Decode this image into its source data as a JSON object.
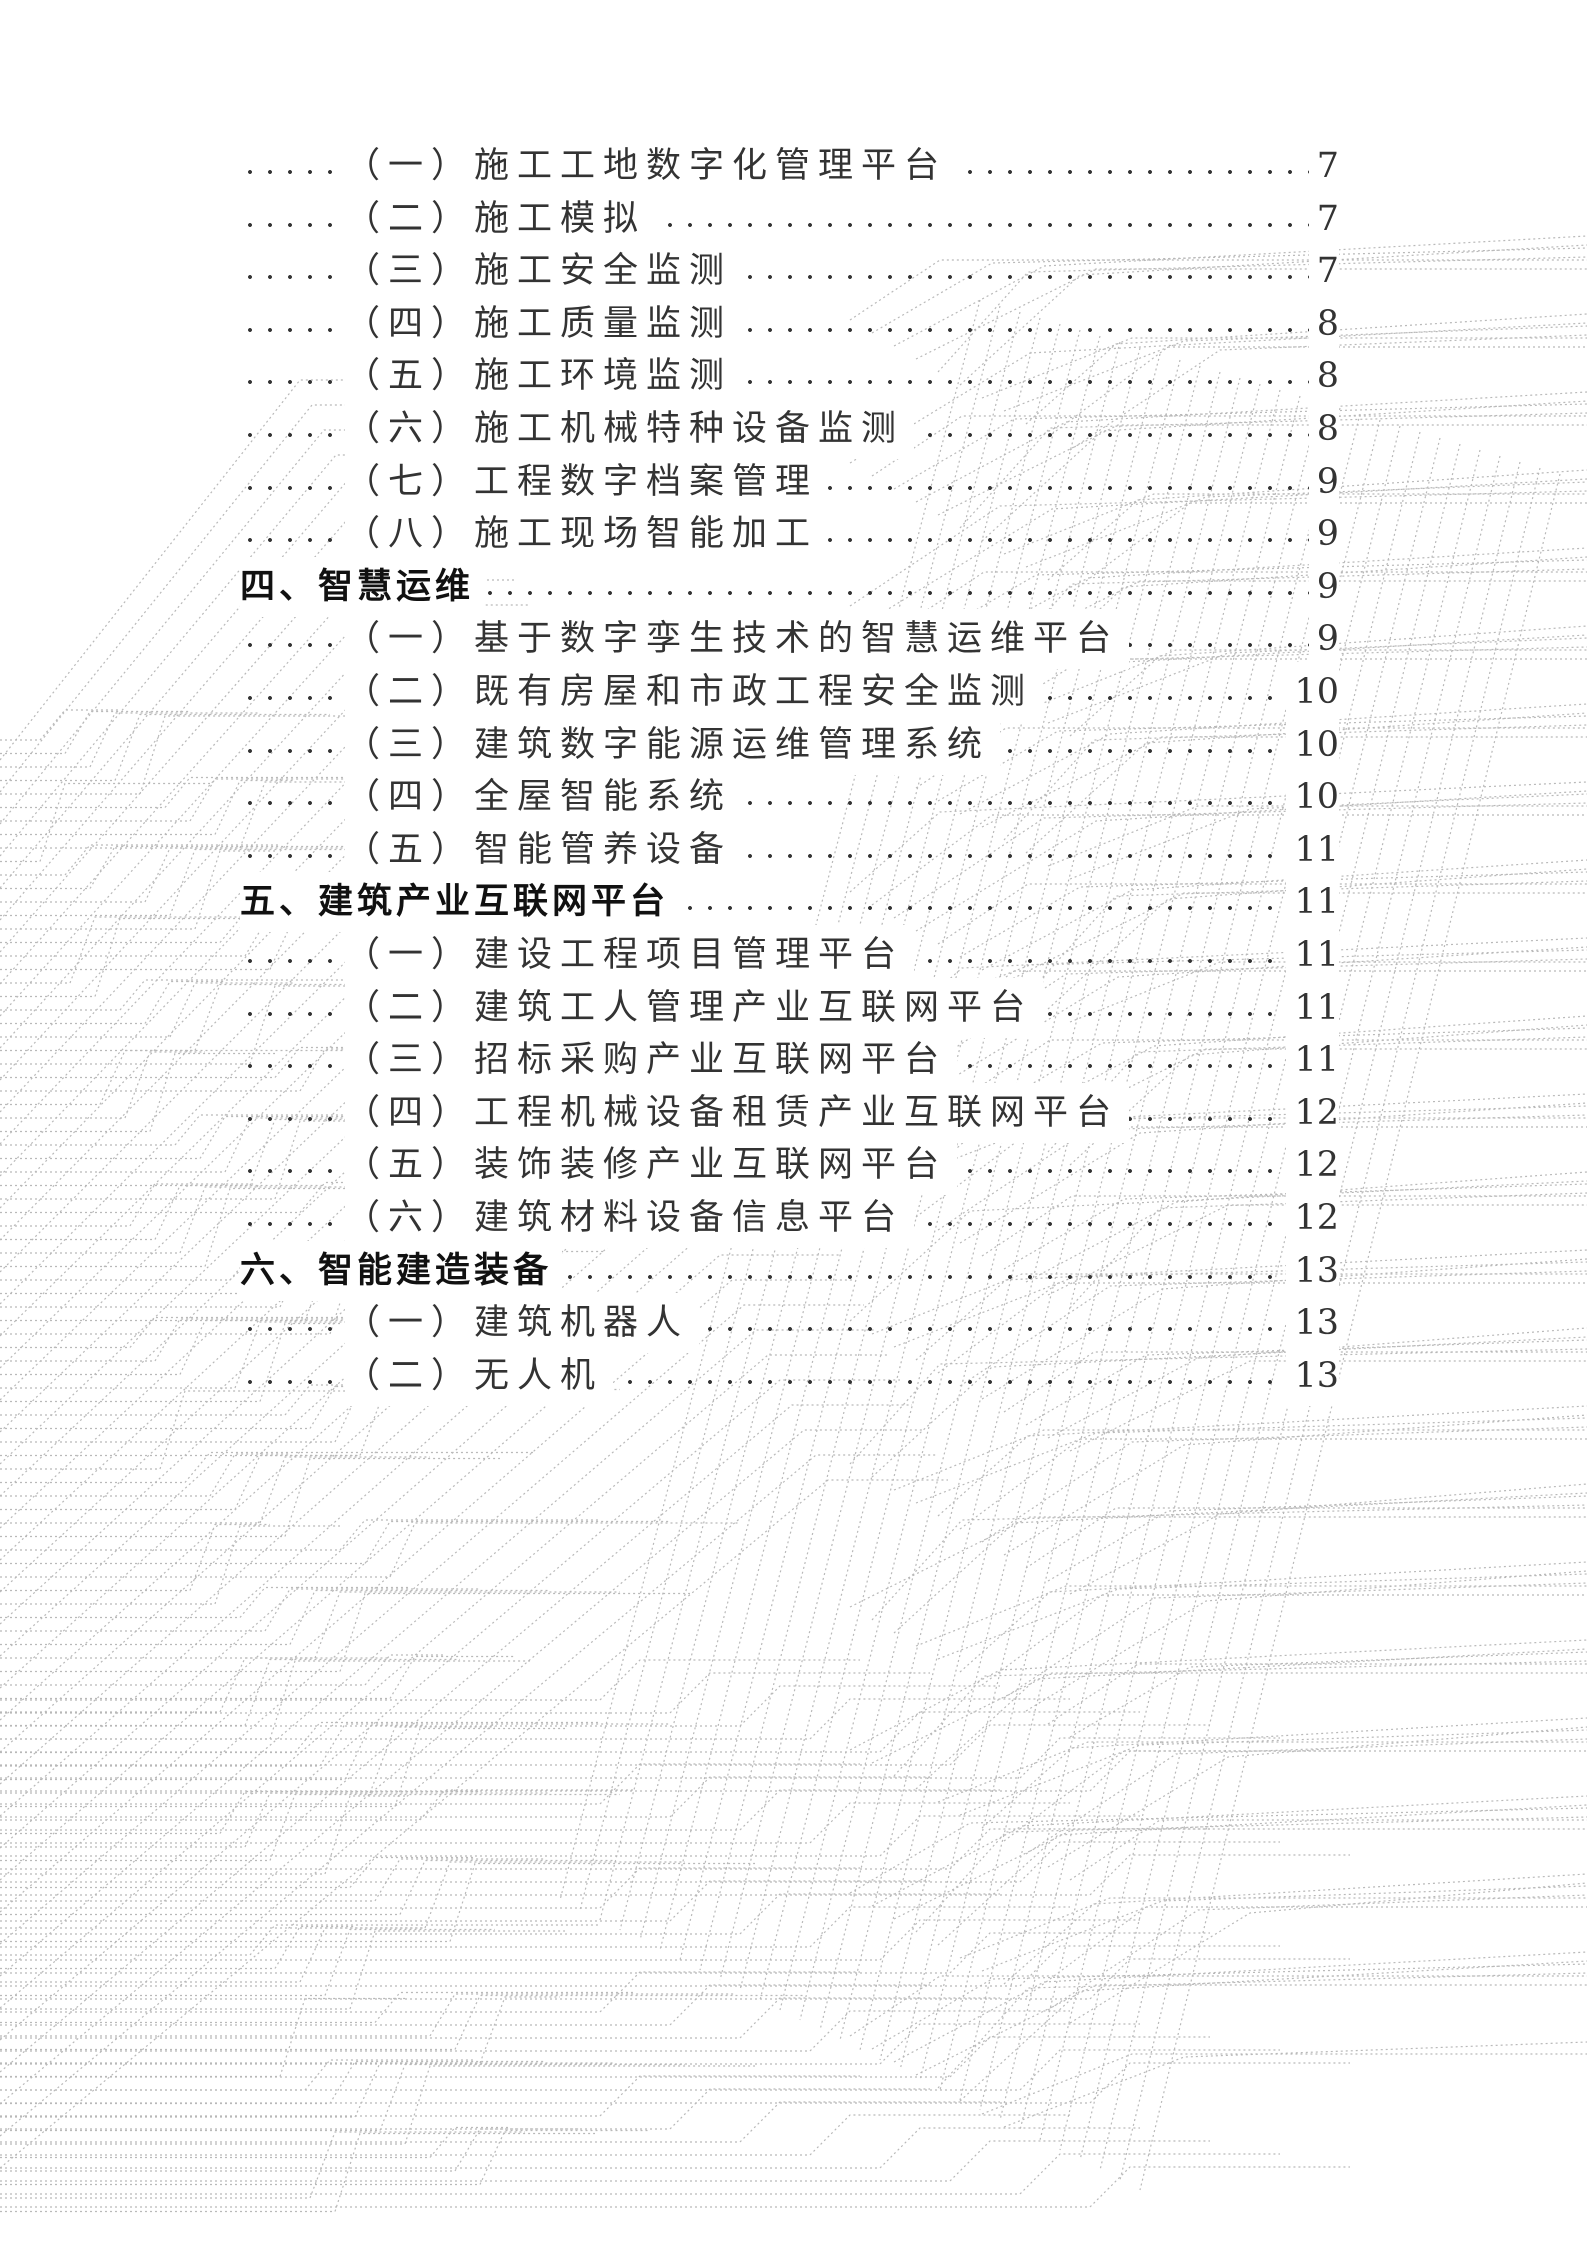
{
  "toc": {
    "entries": [
      {
        "level": 2,
        "label": "（一）施工工地数字化管理平台",
        "page": "7"
      },
      {
        "level": 2,
        "label": "（二）施工模拟",
        "page": "7"
      },
      {
        "level": 2,
        "label": "（三）施工安全监测",
        "page": "7"
      },
      {
        "level": 2,
        "label": "（四）施工质量监测",
        "page": "8"
      },
      {
        "level": 2,
        "label": "（五）施工环境监测",
        "page": "8"
      },
      {
        "level": 2,
        "label": "（六）施工机械特种设备监测",
        "page": "8"
      },
      {
        "level": 2,
        "label": "（七）工程数字档案管理",
        "page": "9"
      },
      {
        "level": 2,
        "label": "（八）施工现场智能加工",
        "page": "9"
      },
      {
        "level": 1,
        "label": "四、智慧运维",
        "page": "9"
      },
      {
        "level": 2,
        "label": "（一）基于数字孪生技术的智慧运维平台",
        "page": "9"
      },
      {
        "level": 2,
        "label": "（二）既有房屋和市政工程安全监测",
        "page": "10"
      },
      {
        "level": 2,
        "label": "（三）建筑数字能源运维管理系统",
        "page": "10"
      },
      {
        "level": 2,
        "label": "（四）全屋智能系统",
        "page": "10"
      },
      {
        "level": 2,
        "label": "（五）智能管养设备",
        "page": "11"
      },
      {
        "level": 1,
        "label": "五、建筑产业互联网平台",
        "page": "11"
      },
      {
        "level": 2,
        "label": "（一）建设工程项目管理平台",
        "page": "11"
      },
      {
        "level": 2,
        "label": "（二）建筑工人管理产业互联网平台",
        "page": "11"
      },
      {
        "level": 2,
        "label": "（三）招标采购产业互联网平台",
        "page": "11"
      },
      {
        "level": 2,
        "label": "（四）工程机械设备租赁产业互联网平台",
        "page": "12"
      },
      {
        "level": 2,
        "label": "（五）装饰装修产业互联网平台",
        "page": "12"
      },
      {
        "level": 2,
        "label": "（六）建筑材料设备信息平台",
        "page": "12"
      },
      {
        "level": 1,
        "label": "六、智能建造装备",
        "page": "13"
      },
      {
        "level": 2,
        "label": "（一）建筑机器人",
        "page": "13"
      },
      {
        "level": 2,
        "label": "（二）无人机",
        "page": "13"
      }
    ]
  }
}
